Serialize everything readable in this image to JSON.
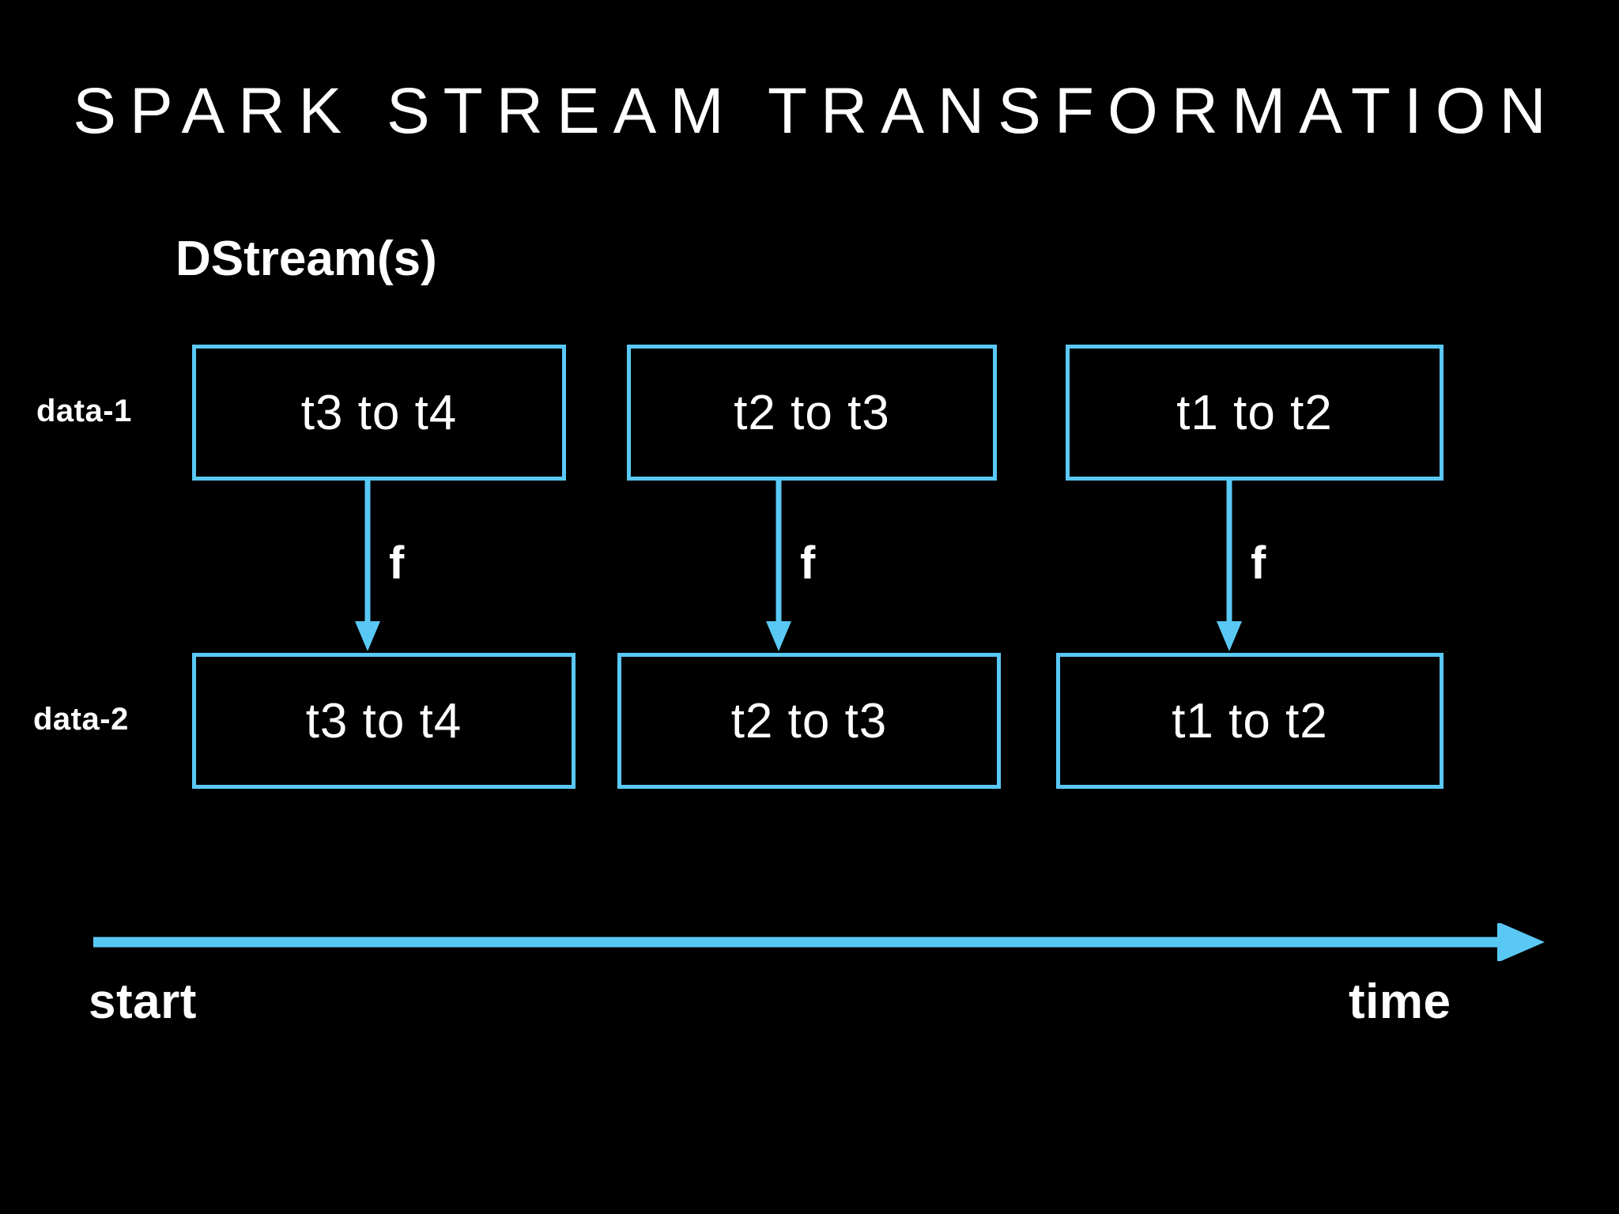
{
  "slide": {
    "title": "SPARK STREAM TRANSFORMATION",
    "background_color": "#000000",
    "accent_color": "#5ac8f5",
    "text_color": "#ffffff"
  },
  "diagram": {
    "caption": "DStream(s)",
    "rows": [
      {
        "label": "data-1",
        "boxes": [
          {
            "text": "t3 to t4"
          },
          {
            "text": "t2 to t3"
          },
          {
            "text": "t1 to t2"
          }
        ]
      },
      {
        "label": "data-2",
        "boxes": [
          {
            "text": "t3 to t4"
          },
          {
            "text": "t2 to t3"
          },
          {
            "text": "t1 to t2"
          }
        ]
      }
    ],
    "transform_arrows": [
      {
        "label": "f"
      },
      {
        "label": "f"
      },
      {
        "label": "f"
      }
    ]
  },
  "timeline": {
    "start_label": "start",
    "end_label": "time",
    "direction": "left-to-right",
    "color": "#5ac8f5"
  }
}
